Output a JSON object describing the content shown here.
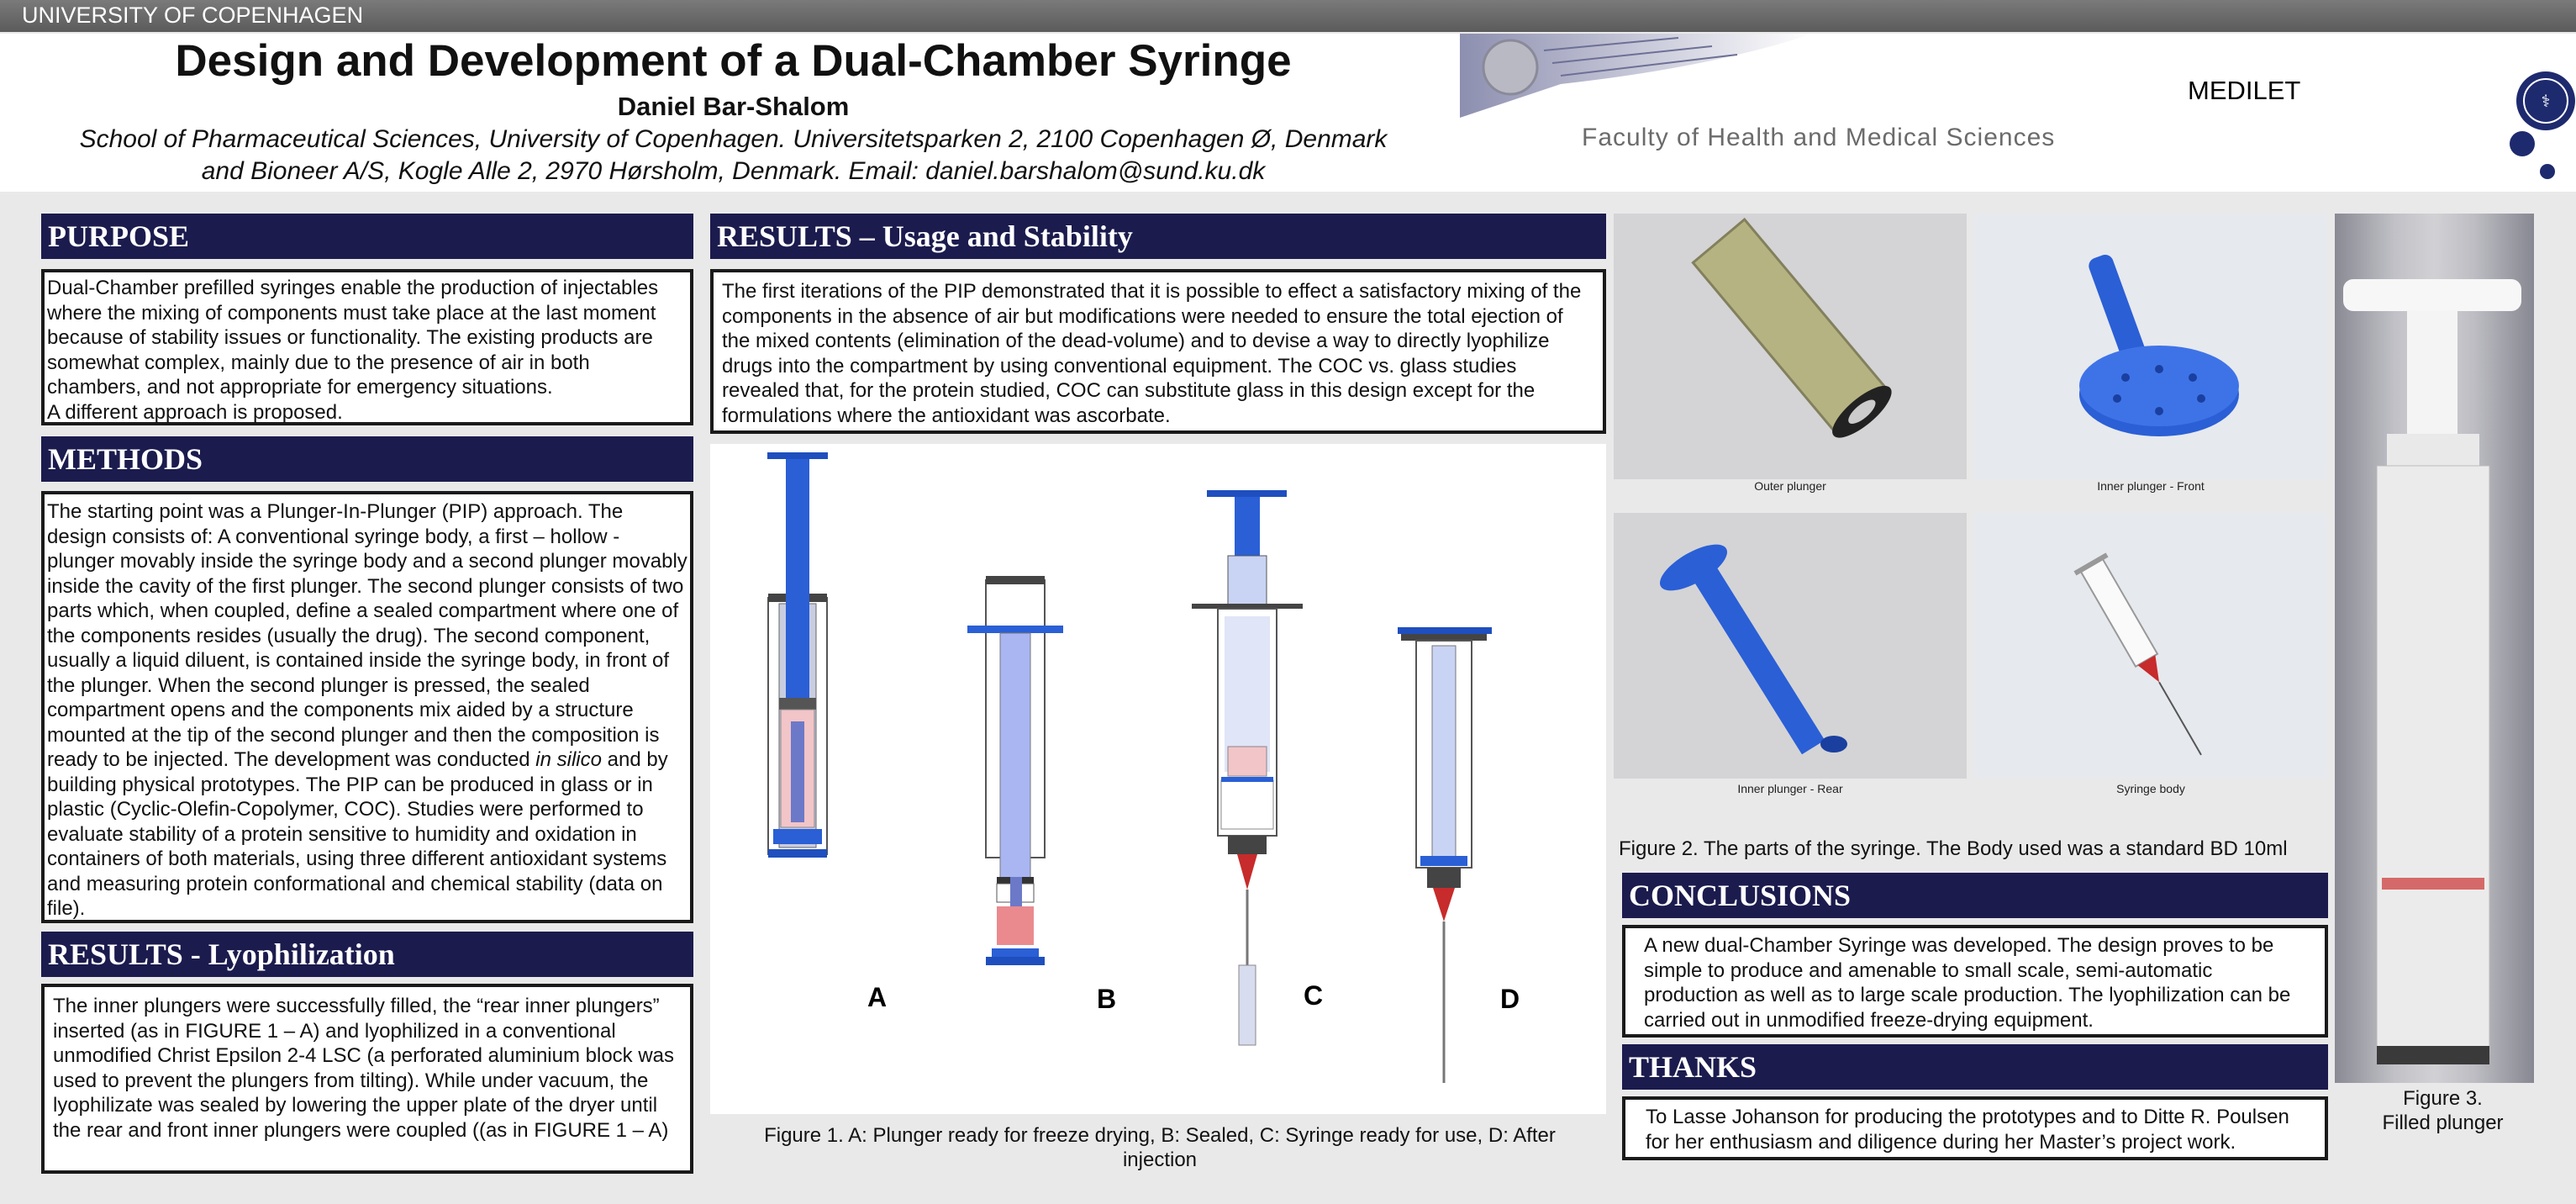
{
  "institution": "UNIVERSITY OF COPENHAGEN",
  "header": {
    "title": "Design and Development of a Dual-Chamber Syringe",
    "author": "Daniel Bar-Shalom",
    "affiliation_line1": "School of Pharmaceutical Sciences, University of Copenhagen. Universitetsparken 2, 2100 Copenhagen Ø, Denmark",
    "affiliation_line2": "and Bioneer A/S, Kogle Alle 2, 2970 Hørsholm, Denmark. Email: daniel.barshalom@sund.ku.dk",
    "faculty": "Faculty of Health and Medical Sciences",
    "partner": "MEDILET"
  },
  "purpose": {
    "heading": "PURPOSE",
    "text": "Dual-Chamber prefilled syringes enable the production of injectables where the mixing of components must take place at the last moment because of stability issues or functionality. The existing products are somewhat complex, mainly due to the presence of air in both chambers, and not appropriate for emergency situations.",
    "text2": "A different approach is proposed."
  },
  "methods": {
    "heading": "METHODS",
    "text_a": "The starting point was a Plunger-In-Plunger (PIP) approach. The design consists of: A conventional syringe body, a first – hollow - plunger movably inside the syringe body and a second plunger movably inside the cavity of the first plunger. The second plunger consists of two parts which, when coupled, define a sealed compartment where one of the components resides (usually the drug). The second component, usually a liquid diluent, is contained inside the syringe body, in front of the plunger. When the second plunger is pressed, the sealed compartment opens and the components mix aided by a structure mounted at the tip of the second plunger and then the composition is ready to be injected. The development was conducted ",
    "text_em": "in silico",
    "text_b": " and by building physical prototypes. The PIP can be produced in glass or in plastic (Cyclic-Olefin-Copolymer, COC). Studies were performed to evaluate stability of a protein sensitive to humidity and oxidation in containers of both materials, using three different antioxidant systems and measuring protein conformational and chemical stability (data on file)."
  },
  "lyophilization": {
    "heading": "RESULTS - Lyophilization",
    "text": "The inner plungers were successfully  filled, the “rear inner plungers” inserted (as in FIGURE 1 – A) and lyophilized in a conventional unmodified  Christ Epsilon 2-4 LSC (a perforated aluminium block was used to prevent the plungers from tilting). While under vacuum, the lyophilizate was sealed by lowering the upper plate of the dryer until the rear and front inner plungers were coupled ((as in FIGURE 1 – A)"
  },
  "usage": {
    "heading": "RESULTS – Usage and Stability",
    "text": "The first iterations of the PIP demonstrated that it is possible to effect a satisfactory mixing of the components in the absence of air but modifications were needed to ensure the total ejection of the mixed contents (elimination of the dead-volume) and to devise a way to directly lyophilize drugs into the compartment by using conventional equipment. The COC vs. glass studies revealed that, for the protein studied, COC can substitute glass in this design except for the formulations where the antioxidant was ascorbate."
  },
  "figure1": {
    "labels": [
      "A",
      "B",
      "C",
      "D"
    ],
    "caption": "Figure 1. A:  Plunger ready for freeze drying, B: Sealed, C: Syringe ready for use, D: After injection"
  },
  "figure2": {
    "parts": [
      "Outer plunger",
      "Inner plunger - Front",
      "Inner plunger - Rear",
      "Syringe body"
    ],
    "caption": "Figure 2. The parts of the syringe. The Body used was a standard BD 10ml"
  },
  "conclusions": {
    "heading": "CONCLUSIONS",
    "text": "A new dual-Chamber Syringe was developed. The design proves to be simple to produce and amenable to small scale, semi-automatic production as well as to large scale production. The lyophilization can be carried out in unmodified freeze-drying equipment."
  },
  "thanks": {
    "heading": "THANKS",
    "text": "To Lasse Johanson for producing the prototypes and to Ditte R. Poulsen for her enthusiasm  and diligence during her Master’s project work."
  },
  "figure3": {
    "caption_line1": "Figure 3.",
    "caption_line2": "Filled plunger"
  },
  "colors": {
    "section_header": "#1b1b4e",
    "plunger_blue": "#2a5fd6",
    "top_bar": "#6b6b6b"
  }
}
